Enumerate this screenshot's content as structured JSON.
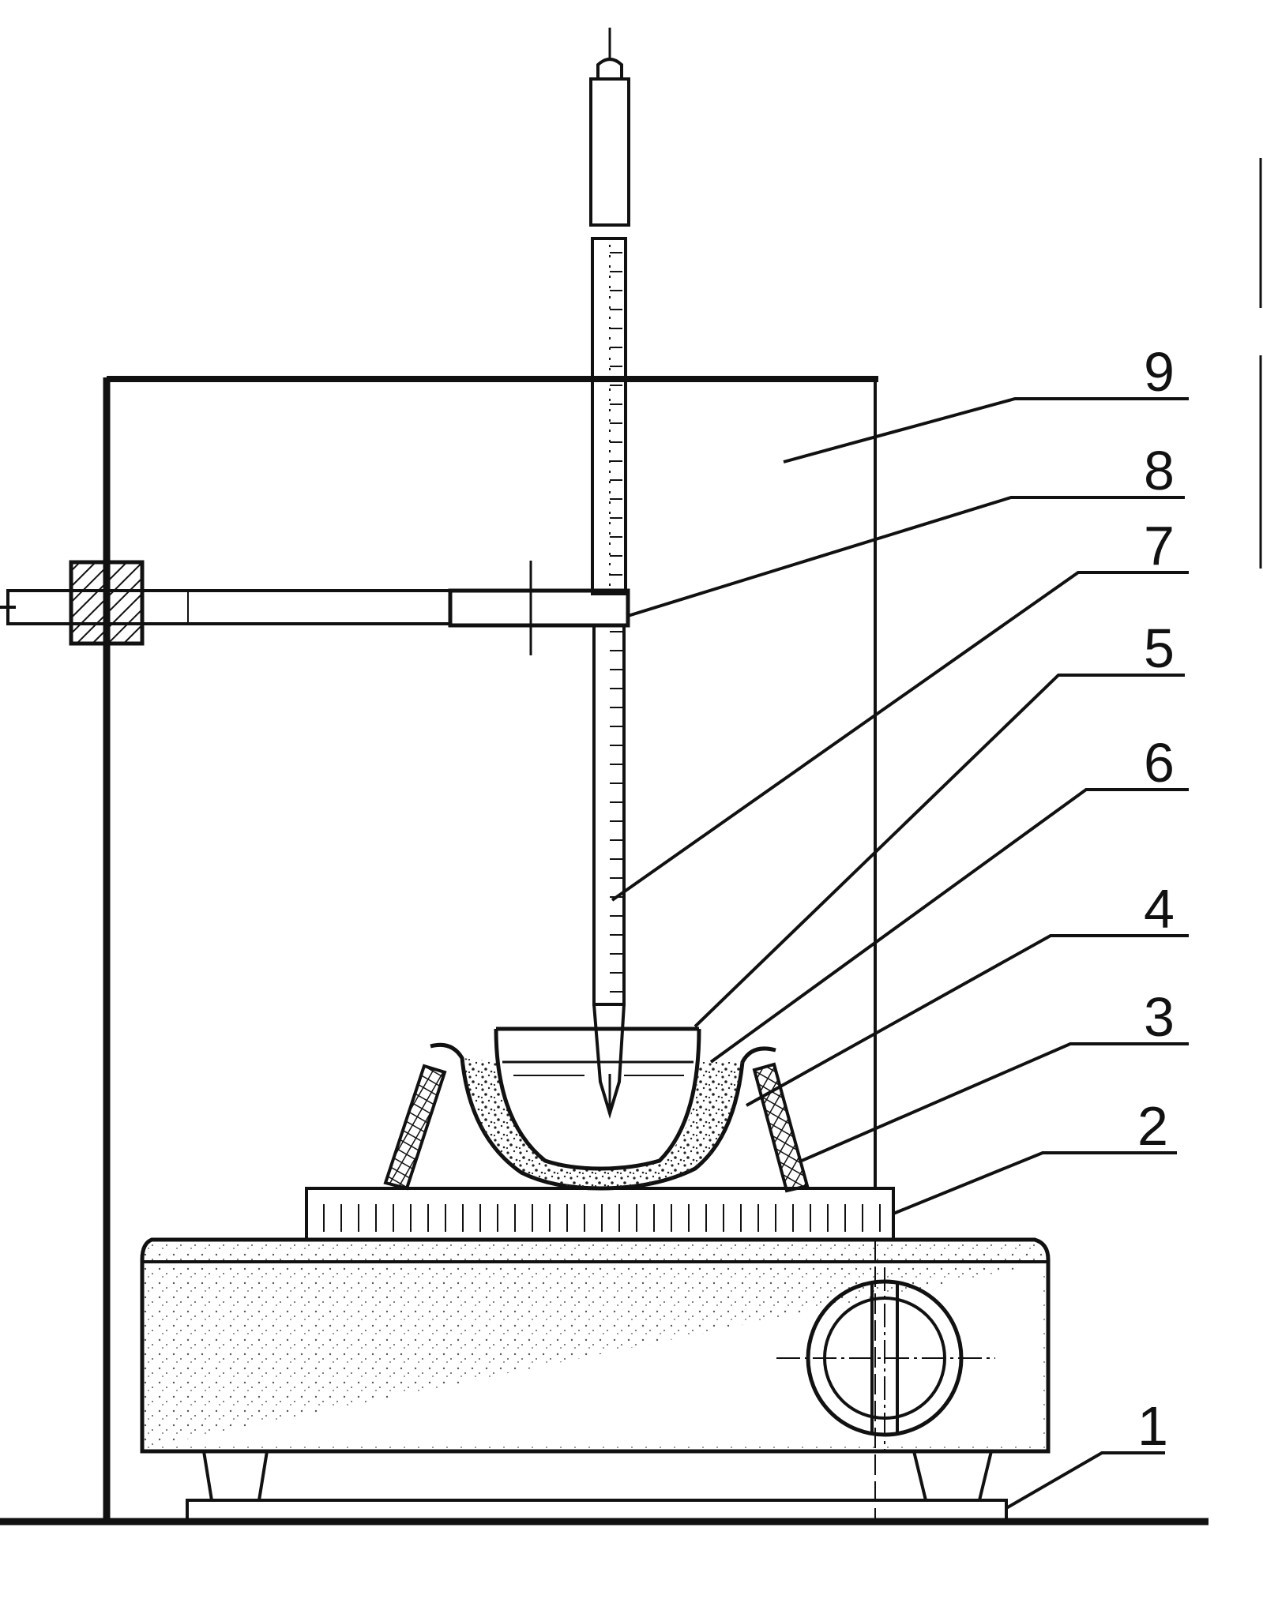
{
  "figure": {
    "callouts": [
      {
        "id": "c9",
        "label": "9"
      },
      {
        "id": "c8",
        "label": "8"
      },
      {
        "id": "c7",
        "label": "7"
      },
      {
        "id": "c5",
        "label": "5"
      },
      {
        "id": "c6",
        "label": "6"
      },
      {
        "id": "c4",
        "label": "4"
      },
      {
        "id": "c3",
        "label": "3"
      },
      {
        "id": "c2",
        "label": "2"
      },
      {
        "id": "c1",
        "label": "1"
      }
    ]
  }
}
